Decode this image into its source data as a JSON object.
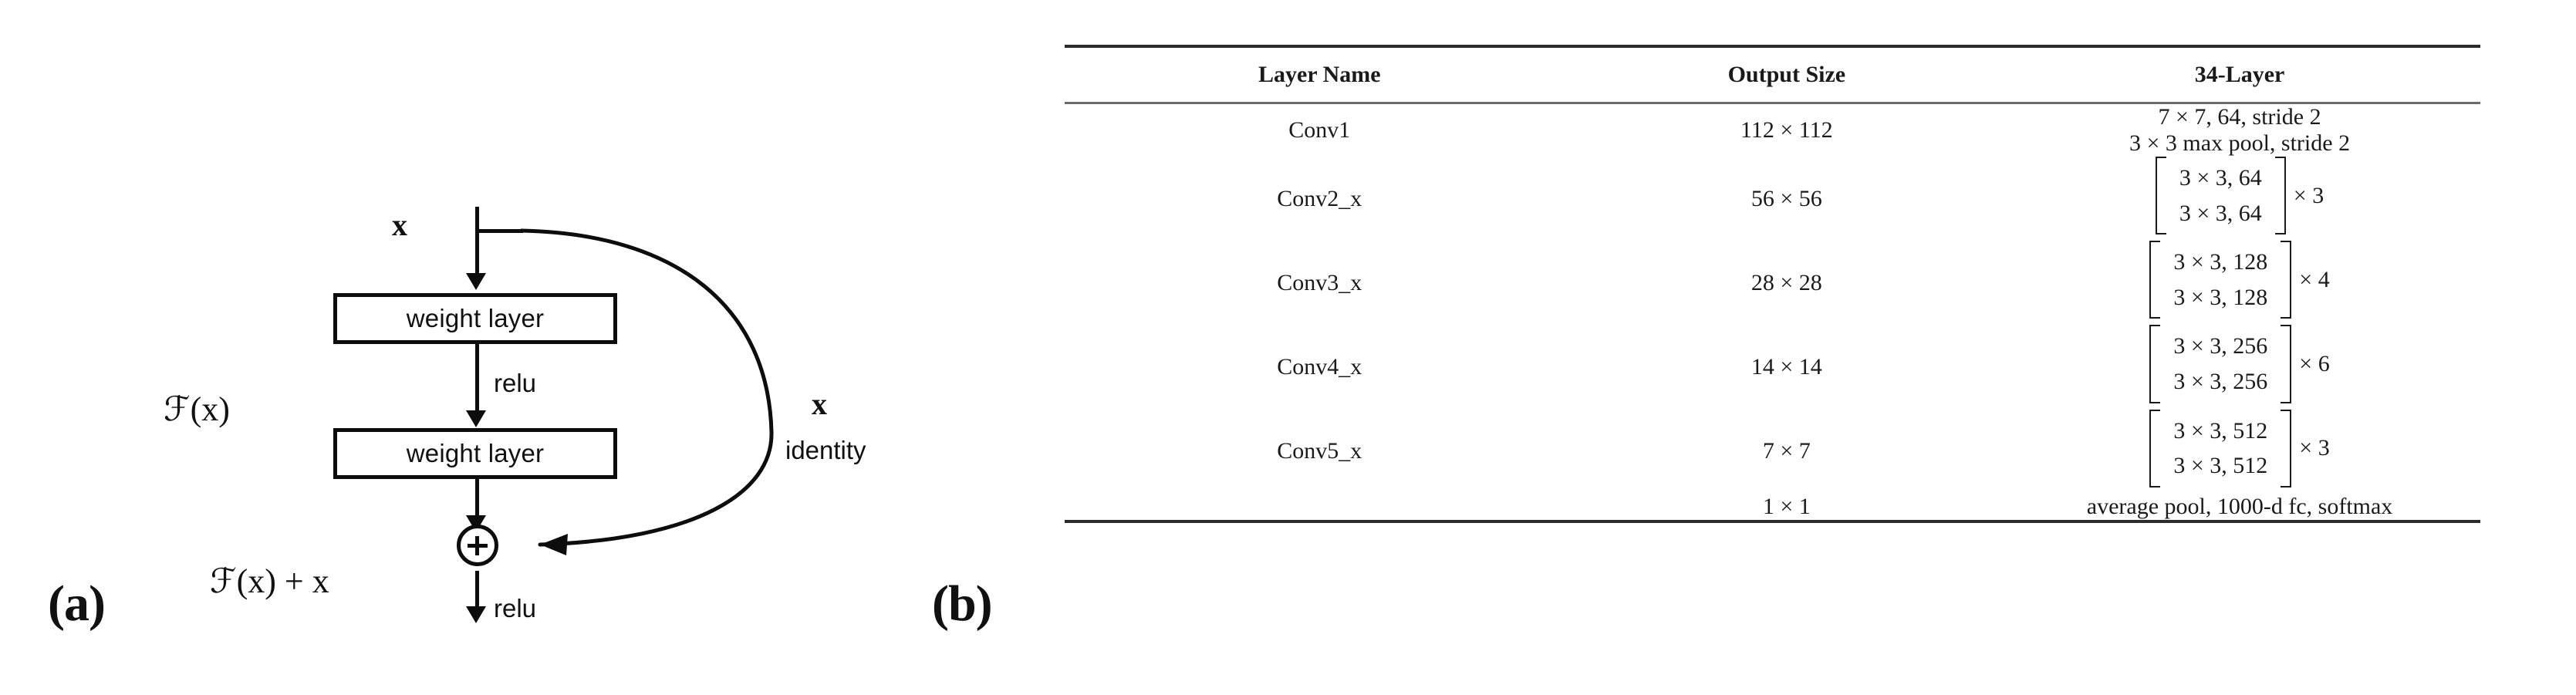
{
  "figure": {
    "panel_a_label": "(a)",
    "panel_b_label": "(b)"
  },
  "diagram": {
    "input_label": "x",
    "weight_layer_1": "weight layer",
    "weight_layer_2": "weight layer",
    "relu_mid": "relu",
    "relu_out": "relu",
    "skip_label_x": "x",
    "skip_label_identity": "identity",
    "function_label": "ℱ(x)",
    "function_label_cal": "ℱ",
    "function_label_arg": "(x)",
    "output_label": "ℱ(x) + x",
    "plus_node": "+"
  },
  "table": {
    "headers": [
      "Layer Name",
      "Output Size",
      "34-Layer"
    ],
    "rows": [
      {
        "layer_name": "Conv1",
        "output_size": "112 × 112",
        "arch_lines": [
          "7 × 7, 64, stride 2",
          "3 × 3 max pool, stride 2"
        ],
        "type": "text"
      },
      {
        "layer_name": "Conv2_x",
        "output_size": "56 × 56",
        "block_rows": [
          "3 × 3, 64",
          "3 × 3, 64"
        ],
        "repeat": "× 3",
        "type": "block"
      },
      {
        "layer_name": "Conv3_x",
        "output_size": "28 × 28",
        "block_rows": [
          "3 × 3, 128",
          "3 × 3, 128"
        ],
        "repeat": "× 4",
        "type": "block"
      },
      {
        "layer_name": "Conv4_x",
        "output_size": "14 × 14",
        "block_rows": [
          "3 × 3, 256",
          "3 × 3, 256"
        ],
        "repeat": "× 6",
        "type": "block"
      },
      {
        "layer_name": "Conv5_x",
        "output_size": "7 × 7",
        "block_rows": [
          "3 × 3, 512",
          "3 × 3, 512"
        ],
        "repeat": "× 3",
        "type": "block"
      },
      {
        "layer_name": "",
        "output_size": "1 × 1",
        "arch_lines": [
          "average pool, 1000-d fc, softmax"
        ],
        "type": "text"
      }
    ]
  },
  "colors": {
    "ink": "#111111",
    "rule": "#2b2b2b",
    "rule_light": "#6b6b6b",
    "background": "#ffffff"
  }
}
